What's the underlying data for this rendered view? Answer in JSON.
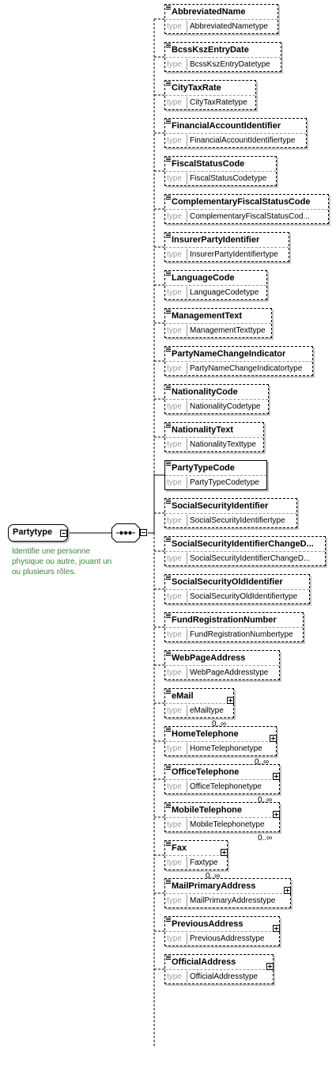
{
  "root": {
    "name": "Partytype",
    "description": "Identifie une personne physique ou autre, jouant un ou plusieurs rôles."
  },
  "type_label": "type",
  "elements": [
    {
      "name": "AbbreviatedName",
      "type": "AbbreviatedNametype",
      "optional": true,
      "expandable": false,
      "multiplicity": ""
    },
    {
      "name": "BcssKszEntryDate",
      "type": "BcssKszEntryDatetype",
      "optional": true,
      "expandable": false,
      "multiplicity": ""
    },
    {
      "name": "CityTaxRate",
      "type": "CityTaxRatetype",
      "optional": true,
      "expandable": false,
      "multiplicity": ""
    },
    {
      "name": "FinancialAccountIdentifier",
      "type": "FinancialAccountIdentifiertype",
      "optional": true,
      "expandable": false,
      "multiplicity": ""
    },
    {
      "name": "FiscalStatusCode",
      "type": "FiscalStatusCodetype",
      "optional": true,
      "expandable": false,
      "multiplicity": ""
    },
    {
      "name": "ComplementaryFiscalStatusCode",
      "type": "ComplementaryFiscalStatusCod...",
      "optional": true,
      "expandable": false,
      "multiplicity": ""
    },
    {
      "name": "InsurerPartyIdentifier",
      "type": "InsurerPartyIdentifiertype",
      "optional": true,
      "expandable": false,
      "multiplicity": ""
    },
    {
      "name": "LanguageCode",
      "type": "LanguageCodetype",
      "optional": true,
      "expandable": false,
      "multiplicity": ""
    },
    {
      "name": "ManagementText",
      "type": "ManagementTexttype",
      "optional": true,
      "expandable": false,
      "multiplicity": ""
    },
    {
      "name": "PartyNameChangeIndicator",
      "type": "PartyNameChangeIndicatortype",
      "optional": true,
      "expandable": false,
      "multiplicity": ""
    },
    {
      "name": "NationalityCode",
      "type": "NationalityCodetype",
      "optional": true,
      "expandable": false,
      "multiplicity": ""
    },
    {
      "name": "NationalityText",
      "type": "NationalityTexttype",
      "optional": true,
      "expandable": false,
      "multiplicity": ""
    },
    {
      "name": "PartyTypeCode",
      "type": "PartyTypeCodetype",
      "optional": false,
      "expandable": false,
      "multiplicity": ""
    },
    {
      "name": "SocialSecurityIdentifier",
      "type": "SocialSecurityIdentifiertype",
      "optional": true,
      "expandable": false,
      "multiplicity": ""
    },
    {
      "name": "SocialSecurityIdentifierChangeD...",
      "type": "SocialSecurityIdentifierChangeD...",
      "optional": true,
      "expandable": false,
      "multiplicity": ""
    },
    {
      "name": "SocialSecurityOldIdentifier",
      "type": "SocialSecurityOldIdentifiertype",
      "optional": true,
      "expandable": false,
      "multiplicity": ""
    },
    {
      "name": "FundRegistrationNumber",
      "type": "FundRegistrationNumbertype",
      "optional": true,
      "expandable": false,
      "multiplicity": ""
    },
    {
      "name": "WebPageAddress",
      "type": "WebPageAddresstype",
      "optional": true,
      "expandable": false,
      "multiplicity": ""
    },
    {
      "name": "eMail",
      "type": "eMailtype",
      "optional": true,
      "expandable": true,
      "multiplicity": "0..∞"
    },
    {
      "name": "HomeTelephone",
      "type": "HomeTelephonetype",
      "optional": true,
      "expandable": true,
      "multiplicity": "0..∞"
    },
    {
      "name": "OfficeTelephone",
      "type": "OfficeTelephonetype",
      "optional": true,
      "expandable": true,
      "multiplicity": "0..∞"
    },
    {
      "name": "MobileTelephone",
      "type": "MobileTelephonetype",
      "optional": true,
      "expandable": true,
      "multiplicity": "0..∞"
    },
    {
      "name": "Fax",
      "type": "Faxtype",
      "optional": true,
      "expandable": true,
      "multiplicity": "0..∞"
    },
    {
      "name": "MailPrimaryAddress",
      "type": "MailPrimaryAddresstype",
      "optional": true,
      "expandable": true,
      "multiplicity": ""
    },
    {
      "name": "PreviousAddress",
      "type": "PreviousAddresstype",
      "optional": true,
      "expandable": true,
      "multiplicity": ""
    },
    {
      "name": "OfficialAddress",
      "type": "OfficialAddresstype",
      "optional": true,
      "expandable": true,
      "multiplicity": ""
    }
  ]
}
